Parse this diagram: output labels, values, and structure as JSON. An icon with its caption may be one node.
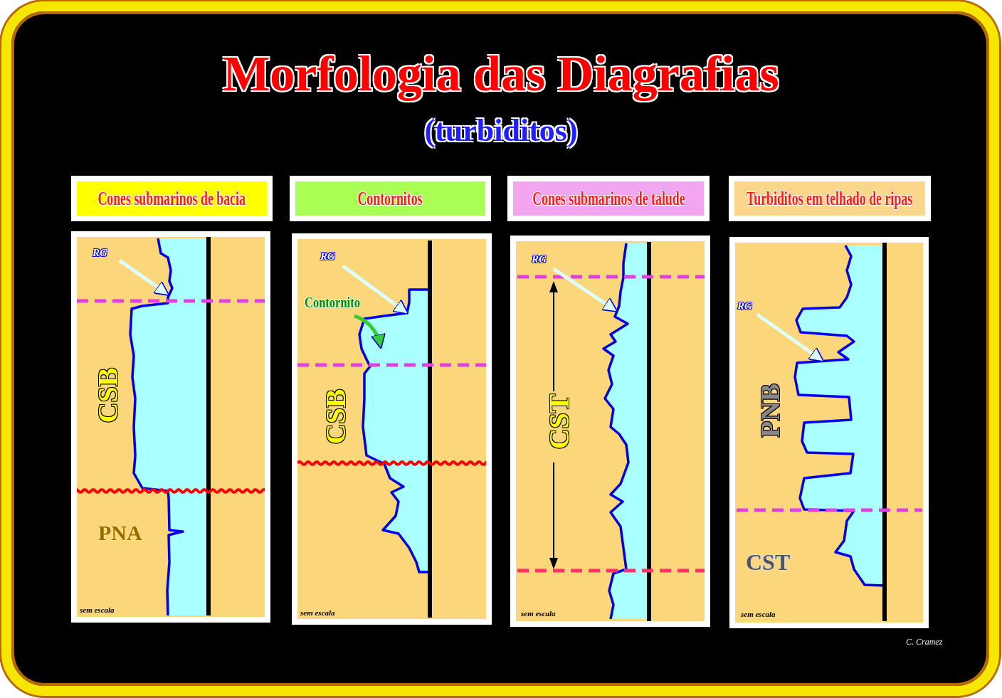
{
  "diagram": {
    "title": "Morfologia das Diagrafias",
    "nodes": [
      {
        "text": [
          "Cones submarinos de bacia"
        ]
      },
      {
        "text": [],
        "shape": "box"
      },
      {
        "text": [
          "RG"
        ],
        "in": 1
      },
      {
        "text": [
          "Contornitos"
        ]
      },
      {
        "text": [],
        "shape": "box"
      },
      {
        "text": [
          "RG"
        ],
        "in": 4
      },
      {
        "text": [
          "Contornito"
        ],
        "in": 4
      },
      {
        "text": [
          "Cones submarinos de talude"
        ]
      },
      {
        "text": [],
        "shape": "box"
      },
      {
        "text": [
          "RG"
        ],
        "in": 8
      },
      {
        "text": [
          "Turbiditos em telhado de ripas"
        ]
      },
      {
        "text": [],
        "shape": "box"
      },
      {
        "text": [
          "RG"
        ],
        "in": 11
      }
    ],
    "edges": [
      {
        "from": 2,
        "to": null,
        "arrow": "to"
      },
      {
        "from": 5,
        "to": null,
        "arrow": "to"
      },
      {
        "from": 6,
        "to": null,
        "arrow": "to",
        "color": "#33cc33"
      },
      {
        "from": 9,
        "to": null,
        "arrow": "to"
      },
      {
        "from": 12,
        "to": null,
        "arrow": "to"
      }
    ],
    "labels": [
      "(turbiditos)",
      "CSB",
      "PNA",
      "sem escala",
      "CSB",
      "sem escala",
      "CST",
      "sem escala",
      "PNB",
      "CST",
      "sem escala",
      "C. Cramez"
    ]
  }
}
